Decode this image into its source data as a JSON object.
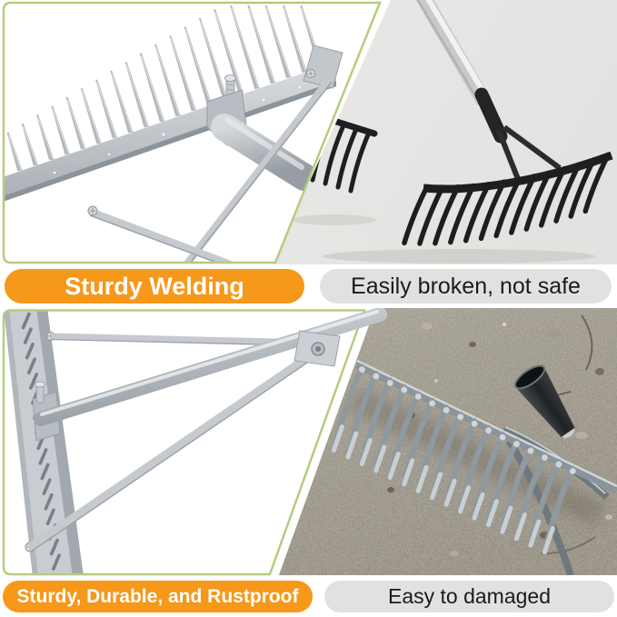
{
  "panels": {
    "top_left": {
      "badge": "Sturdy Welding",
      "tone": "highlight",
      "depicts": "silver aluminum rake head with welded tines, bolt and handle socket"
    },
    "top_right": {
      "badge": "Easily broken, not safe",
      "tone": "neutral",
      "depicts": "black steel rake with silver handle and a broken-off section of tines"
    },
    "bottom_left": {
      "badge": "Sturdy, Durable, and Rustproof",
      "tone": "highlight",
      "depicts": "rear view of aluminum rake showing support braces, tube and screws"
    },
    "bottom_right": {
      "badge": "Easy to damaged",
      "tone": "neutral",
      "depicts": "galvanized steel rake head lying on bare dirt with empty handle socket"
    }
  },
  "colors": {
    "accent_orange": "#f6981a",
    "badge_gray": "#e1e1e1",
    "panel_border_green": "#b4cd7e",
    "badge_text_light": "#ffffff",
    "badge_text_dark": "#1b1b1b",
    "photo_bg_gray": "#e9e8e6"
  }
}
